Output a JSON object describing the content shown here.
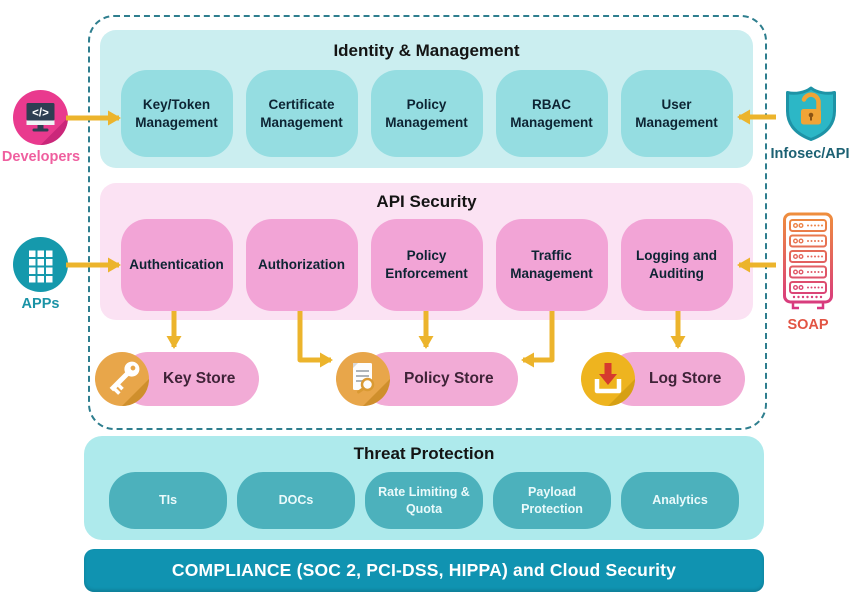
{
  "sections": {
    "identity": {
      "title": "Identity & Management",
      "boxes": [
        "Key/Token Management",
        "Certificate Management",
        "Policy Management",
        "RBAC Management",
        "User Management"
      ]
    },
    "api_security": {
      "title": "API Security",
      "boxes": [
        "Authentication",
        "Authorization",
        "Policy Enforcement",
        "Traffic Management",
        "Logging and Auditing"
      ]
    },
    "threat_protection": {
      "title": "Threat Protection",
      "boxes": [
        "TIs",
        "DOCs",
        "Rate Limiting & Quota",
        "Payload Protection",
        "Analytics"
      ]
    },
    "compliance": {
      "label": "COMPLIANCE (SOC 2, PCI-DSS, HIPPA) and Cloud Security"
    }
  },
  "stores": [
    {
      "label": "Key Store",
      "icon": "key-icon"
    },
    {
      "label": "Policy Store",
      "icon": "document-search-icon"
    },
    {
      "label": "Log Store",
      "icon": "download-tray-icon"
    }
  ],
  "actors": [
    {
      "label": "Developers",
      "icon": "code-monitor-icon",
      "side": "left"
    },
    {
      "label": "APPs",
      "icon": "app-grid-icon",
      "side": "left"
    },
    {
      "label": "Infosec/API",
      "icon": "shield-lock-icon",
      "side": "right"
    },
    {
      "label": "SOAP",
      "icon": "server-rack-icon",
      "side": "right"
    }
  ],
  "icons": {
    "code_glyph": "</>"
  },
  "colors": {
    "dashed_border": "#2e7e8e",
    "identity_panel": "#cbeef0",
    "identity_box": "#95dde1",
    "api_panel": "#fbe2f3",
    "api_box": "#f2a4d6",
    "store_pill": "#f2abd6",
    "threat_panel": "#aeeaec",
    "threat_box": "#4cb1bc",
    "compliance_bar": "#1093b1",
    "arrow": "#ecb42c",
    "gold_icon": "#e8a64a",
    "developers_label": "#ef5f9f",
    "apps_label": "#1a93a6",
    "infosec_label": "#1c6173",
    "soap_label": "#e25443"
  }
}
